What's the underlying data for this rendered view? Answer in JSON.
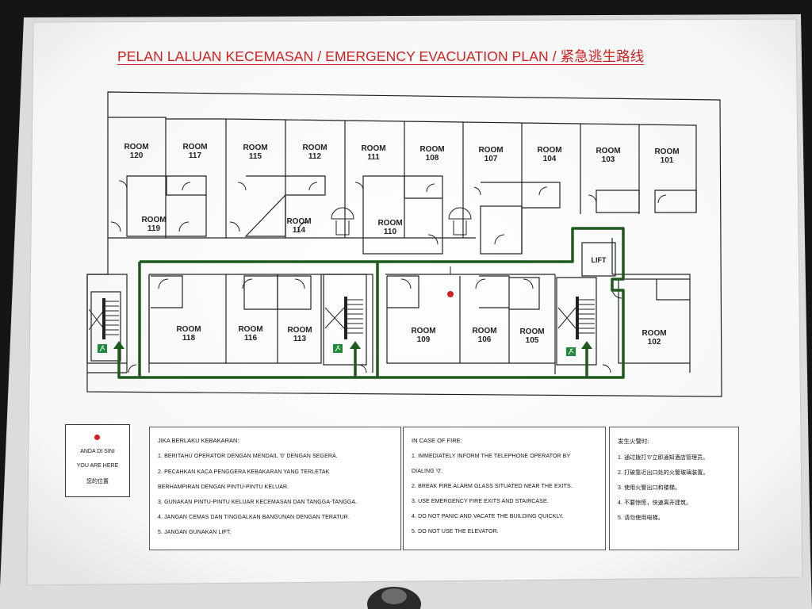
{
  "title": "PELAN LALUAN KECEMASAN / EMERGENCY EVACUATION PLAN / 紧急逃生路线",
  "rooms": {
    "r120": [
      "ROOM",
      "120"
    ],
    "r117": [
      "ROOM",
      "117"
    ],
    "r115": [
      "ROOM",
      "115"
    ],
    "r112": [
      "ROOM",
      "112"
    ],
    "r111": [
      "ROOM",
      "111"
    ],
    "r108": [
      "ROOM",
      "108"
    ],
    "r107": [
      "ROOM",
      "107"
    ],
    "r104": [
      "ROOM",
      "104"
    ],
    "r103": [
      "ROOM",
      "103"
    ],
    "r101": [
      "ROOM",
      "101"
    ],
    "r119": [
      "ROOM",
      "119"
    ],
    "r114": [
      "ROOM",
      "114"
    ],
    "r110": [
      "ROOM",
      "110"
    ],
    "r118": [
      "ROOM",
      "118"
    ],
    "r116": [
      "ROOM",
      "116"
    ],
    "r113": [
      "ROOM",
      "113"
    ],
    "r109": [
      "ROOM",
      "109"
    ],
    "r106": [
      "ROOM",
      "106"
    ],
    "r105": [
      "ROOM",
      "105"
    ],
    "r102": [
      "ROOM",
      "102"
    ]
  },
  "lift_label": "LIFT",
  "legend": {
    "line1": "ANDA DI SINI",
    "line2": "YOU ARE HERE",
    "line3": "您的位置"
  },
  "colors": {
    "title": "#d21f1f",
    "route": "#1e5a1e",
    "marker": "#d21f1f",
    "exit_sign": "#1f8a3a"
  },
  "icons": [
    "you-are-here-dot",
    "exit-sign-icon",
    "staircase-icon",
    "route-arrow-icon"
  ],
  "instructions": {
    "malay": {
      "heading": "JIKA BERLAKU KEBAKARAN:",
      "items": [
        "1.  BERITAHU OPERATOR DENGAN MENDAIL '0' DENGAN SEGERA.",
        "2.  PECAHKAN KACA PENGGERA KEBAKARAN YANG TERLETAK",
        "     BERHAMPIRAN DENGAN PINTU-PINTU KELUAR.",
        "3.  GUNAKAN PINTU-PINTU KELUAR KECEMASAN DAN TANGGA-TANGGA.",
        "4.  JANGAN CEMAS DAN TINGGALKAN BANGUNAN DENGAN TERATUR.",
        "5.  JANGAN GUNAKAN LIFT."
      ]
    },
    "english": {
      "heading": "IN CASE OF FIRE:",
      "items": [
        "1.  IMMEDIATELY INFORM THE TELEPHONE OPERATOR BY",
        "     DIALING '0'.",
        "2.  BREAK FIRE ALARM GLASS SITUATED NEAR THE EXITS.",
        "3.  USE EMERGENCY FIRE EXITS AND STAIRCASE.",
        "4.  DO NOT PANIC AND VACATE THE BUILDING QUICKLY.",
        "5.  DO NOT USE THE ELEVATOR."
      ]
    },
    "chinese": {
      "heading": "发生火警时:",
      "items": [
        "1.  通过拨打'0'立即通知酒店管理员。",
        "2.  打破靠近出口处的火警玻璃装置。",
        "3.  使用火警出口和楼梯。",
        "4.  不要惊慌，快速离开建筑。",
        "5.  请勿使用电梯。"
      ]
    }
  }
}
